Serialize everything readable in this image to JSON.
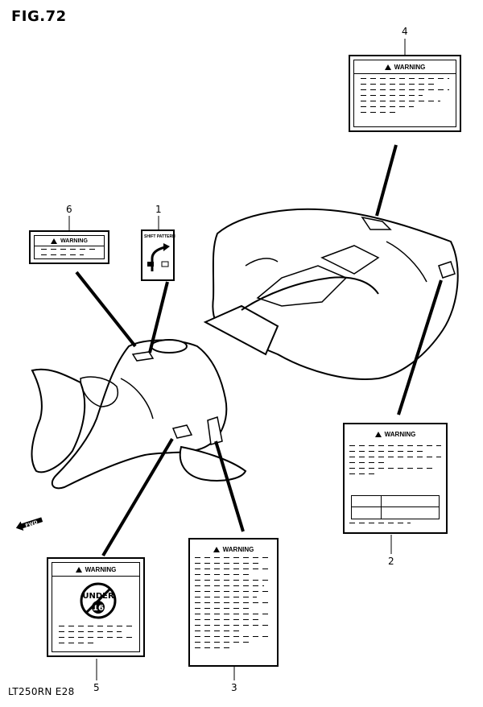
{
  "figure": {
    "title": "FIG.72",
    "model": "LT250RN  E28"
  },
  "callouts": [
    "1",
    "2",
    "3",
    "4",
    "5",
    "6"
  ],
  "labels": {
    "warning": "WARNING",
    "shift_pattern": "SHIFT PATTERN",
    "under_age": "16",
    "under_text": "UNDER",
    "fwd": "FWD"
  }
}
